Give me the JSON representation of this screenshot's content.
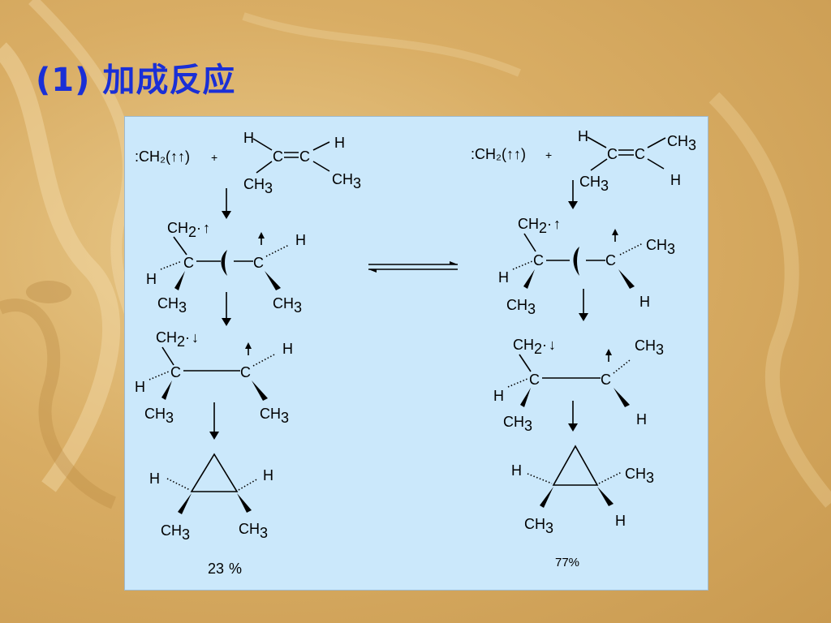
{
  "slide": {
    "title": "(1)  加成反应"
  },
  "left": {
    "reagent": ":CH₂(↑↑)",
    "plus": "+",
    "yield_num": "23",
    "yield_sym": "%"
  },
  "right": {
    "reagent": ":CH₂(↑↑)",
    "plus": "+",
    "yield": "77%"
  },
  "atoms": {
    "C": "C",
    "H": "H",
    "CH": "CH",
    "sub2": "2",
    "sub3": "3",
    "dot": "·",
    "up": "↑",
    "down": "↓"
  },
  "colors": {
    "title": "#1a2fd6",
    "panel": "#cbe8fb"
  }
}
